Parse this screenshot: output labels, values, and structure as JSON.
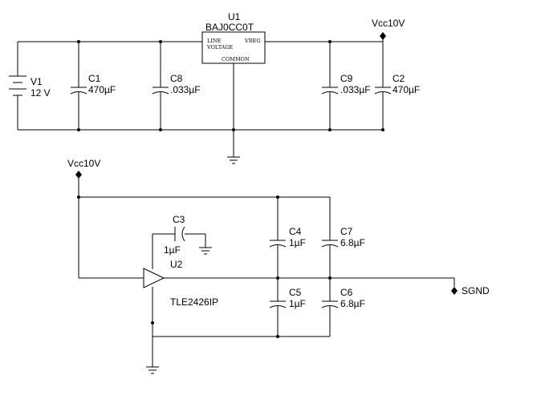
{
  "regulator": {
    "ref": "U1",
    "part": "BAJ0CC0T",
    "pin_line_voltage_1": "LINE",
    "pin_line_voltage_2": "VOLTAGE",
    "pin_vreg": "VREG",
    "pin_common": "COMMON"
  },
  "battery": {
    "ref": "V1",
    "value": "12 V"
  },
  "capacitors": {
    "c1": {
      "ref": "C1",
      "value": "470µF"
    },
    "c8": {
      "ref": "C8",
      "value": ".033µF"
    },
    "c9": {
      "ref": "C9",
      "value": ".033µF"
    },
    "c2": {
      "ref": "C2",
      "value": "470µF"
    },
    "c3": {
      "ref": "C3",
      "value": "1µF"
    },
    "c4": {
      "ref": "C4",
      "value": "1µF"
    },
    "c7": {
      "ref": "C7",
      "value": "6.8µF"
    },
    "c5": {
      "ref": "C5",
      "value": "1µF"
    },
    "c6": {
      "ref": "C6",
      "value": "6.8µF"
    }
  },
  "opamp": {
    "ref": "U2",
    "part": "TLE2426IP"
  },
  "nets": {
    "vcc_top": "Vcc10V",
    "vcc_left": "Vcc10V",
    "sgnd": "SGND"
  }
}
